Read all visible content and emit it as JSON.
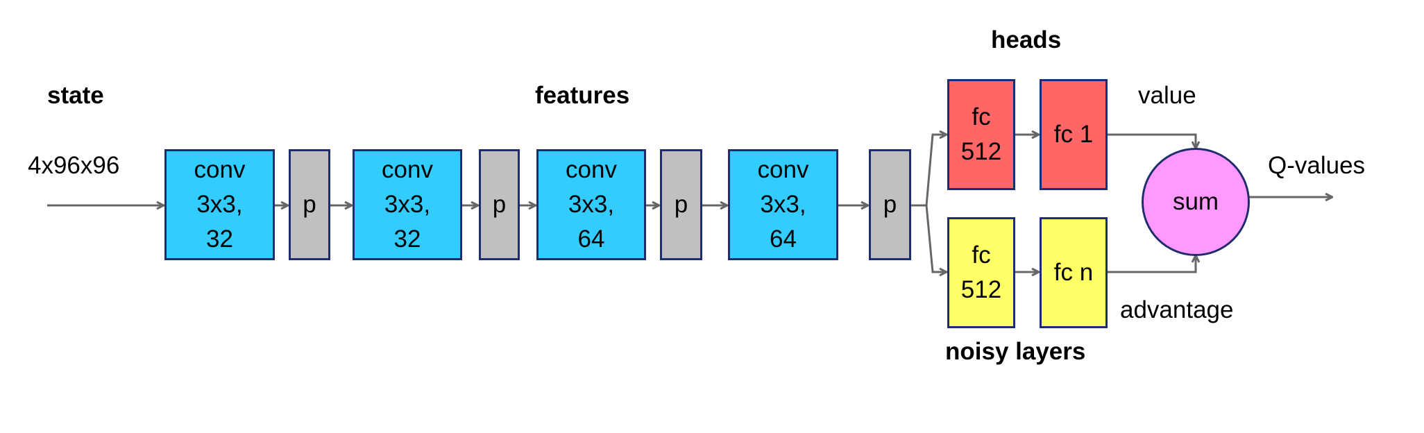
{
  "labels": {
    "state": "state",
    "state_shape": "4x96x96",
    "features": "features",
    "heads": "heads",
    "noisy_layers": "noisy layers",
    "value": "value",
    "advantage": "advantage",
    "q_values": "Q-values"
  },
  "conv_blocks": [
    {
      "line1": "conv",
      "line2": "3x3,",
      "line3": "32"
    },
    {
      "line1": "conv",
      "line2": "3x3,",
      "line3": "32"
    },
    {
      "line1": "conv",
      "line2": "3x3,",
      "line3": "64"
    },
    {
      "line1": "conv",
      "line2": "3x3,",
      "line3": "64"
    }
  ],
  "pool_label": "p",
  "value_head": {
    "fc512": {
      "line1": "fc",
      "line2": "512"
    },
    "fc_out": "fc 1"
  },
  "advantage_head": {
    "fc512": {
      "line1": "fc",
      "line2": "512"
    },
    "fc_out": "fc n"
  },
  "sum_label": "sum",
  "colors": {
    "conv": "#33ccff",
    "pool": "#c0c0c0",
    "value_head": "#ff6666",
    "noisy_head": "#ffff66",
    "sum": "#ff99ff",
    "border": "#1f2d6e",
    "arrow": "#666666"
  }
}
